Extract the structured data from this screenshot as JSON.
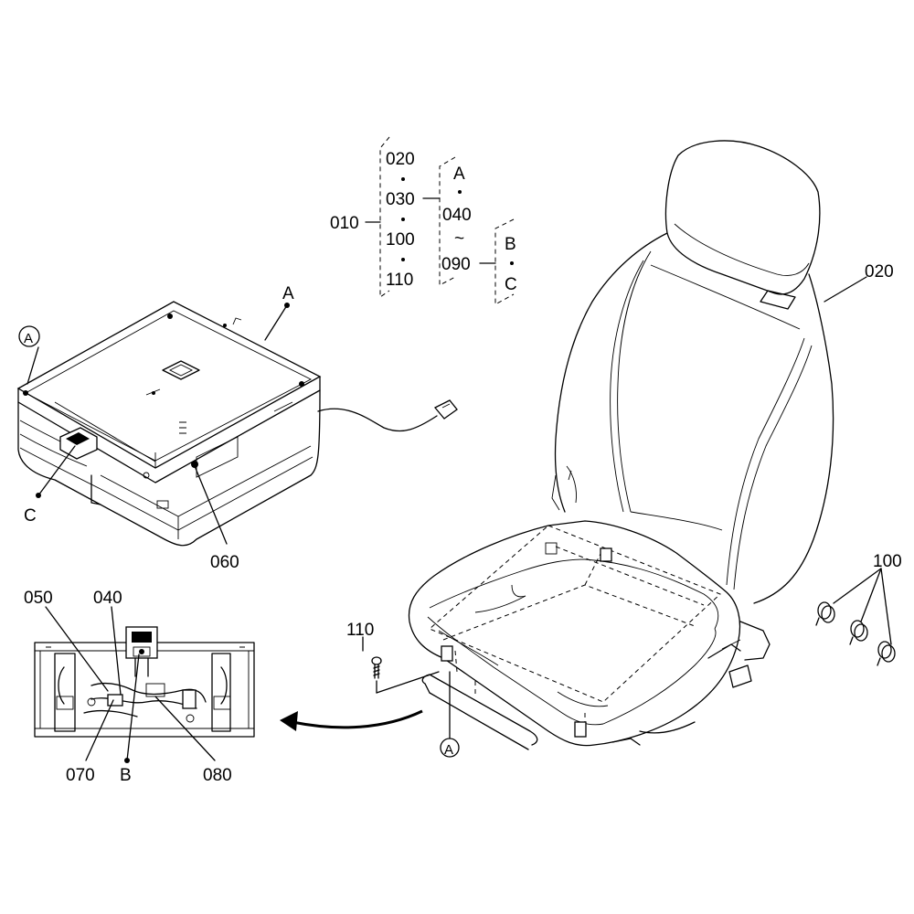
{
  "callouts": {
    "p010": "010",
    "p020_tree": "020",
    "p030": "030",
    "p100_tree": "100",
    "p110_tree": "110",
    "refA_tree": "A",
    "p040_tree": "040",
    "tilde": "~",
    "p090": "090",
    "refB_tree": "B",
    "refC_tree": "C",
    "p020": "020",
    "p100": "100",
    "p110": "110",
    "refA_seat": "A",
    "refA_box": "A",
    "refA_circle": "A",
    "refC": "C",
    "p060": "060",
    "p050": "050",
    "p040": "040",
    "p070": "070",
    "refB": "B",
    "p080": "080"
  }
}
